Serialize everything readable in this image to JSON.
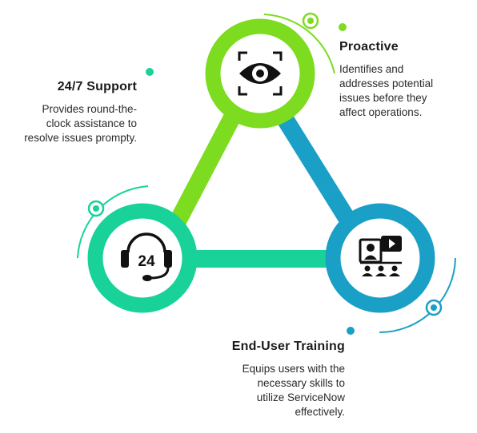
{
  "colors": {
    "green": "#7ddc1f",
    "blue": "#1a9fc6",
    "teal": "#18d29a",
    "icon": "#111111"
  },
  "nodes": {
    "proactive": {
      "icon": "eye-icon",
      "title": "Proactive",
      "desc": [
        "Identifies and",
        "addresses potential",
        "issues before they",
        "affect operations."
      ]
    },
    "support": {
      "icon": "headset-24-icon",
      "title": "24/7 Support",
      "desc": [
        "Provides round-the-",
        "clock assistance to",
        "resolve issues prompty."
      ]
    },
    "training": {
      "icon": "video-training-icon",
      "title": "End-User Training",
      "desc": [
        "Equips users with the",
        "necessary skills to",
        "utilize ServiceNow",
        "effectively."
      ]
    }
  }
}
